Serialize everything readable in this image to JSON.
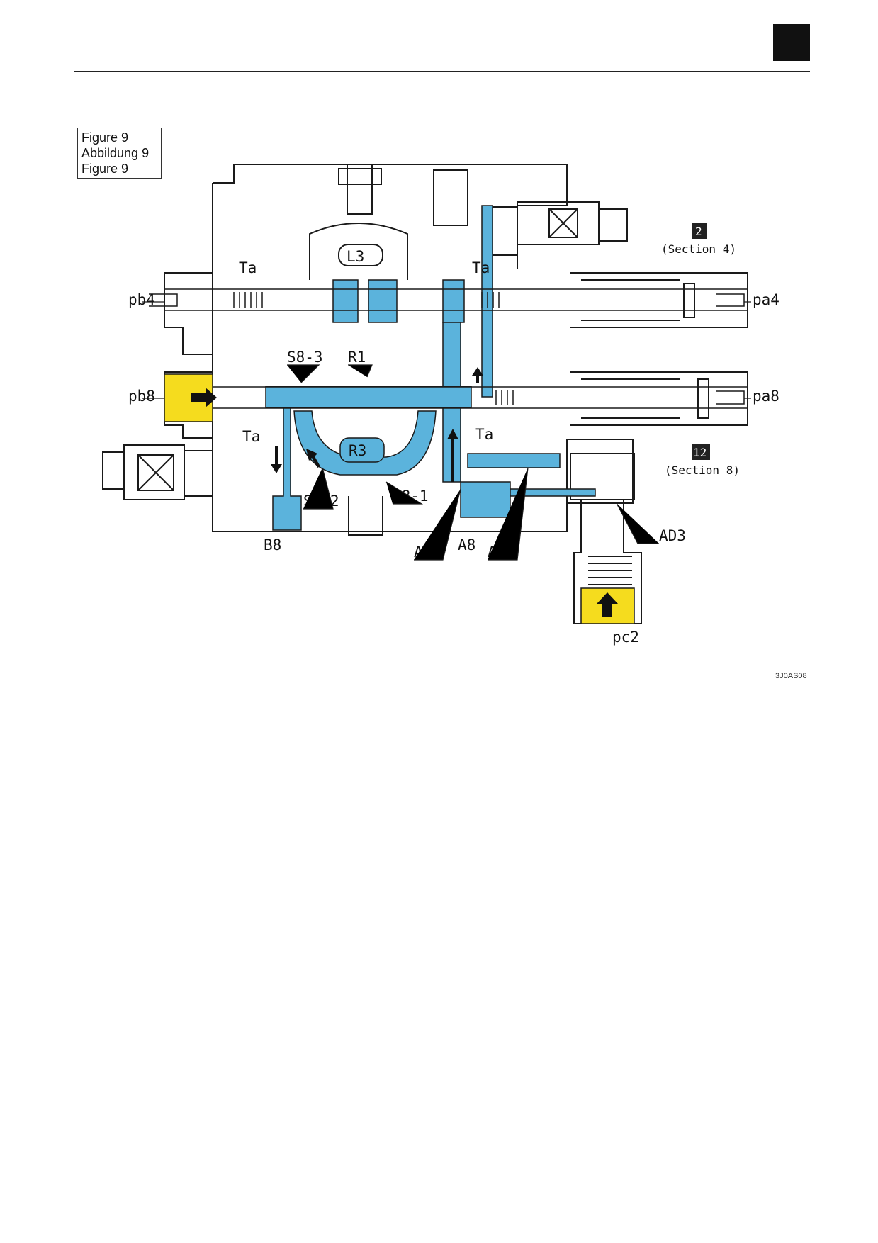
{
  "figure_caption": [
    "Figure 9",
    "Abbildung 9",
    "Figure 9"
  ],
  "labels": {
    "pb4": "pb4",
    "pa4": "pa4",
    "pb8": "pb8",
    "pa8": "pa8",
    "ta_top_left": "Ta",
    "ta_top_right": "Ta",
    "ta_mid_left": "Ta",
    "ta_mid_right": "Ta",
    "l3": "L3",
    "r1": "R1",
    "r3": "R3",
    "s8_3": "S8-3",
    "s8_2": "S8-2",
    "s8_1": "S8-1",
    "b8": "B8",
    "a8": "A8",
    "ad1": "AD1",
    "ad5": "AD5",
    "ad3": "AD3",
    "pc2": "pc2"
  },
  "callouts": [
    {
      "number": "2",
      "section": "(Section 4)"
    },
    {
      "number": "12",
      "section": "(Section 8)"
    }
  ],
  "figure_ref": "3J0AS08",
  "colors": {
    "oil": "#5bb3dc",
    "pilot": "#f5dc1e",
    "line": "#1a1a1a",
    "callout_bg": "#222222"
  }
}
